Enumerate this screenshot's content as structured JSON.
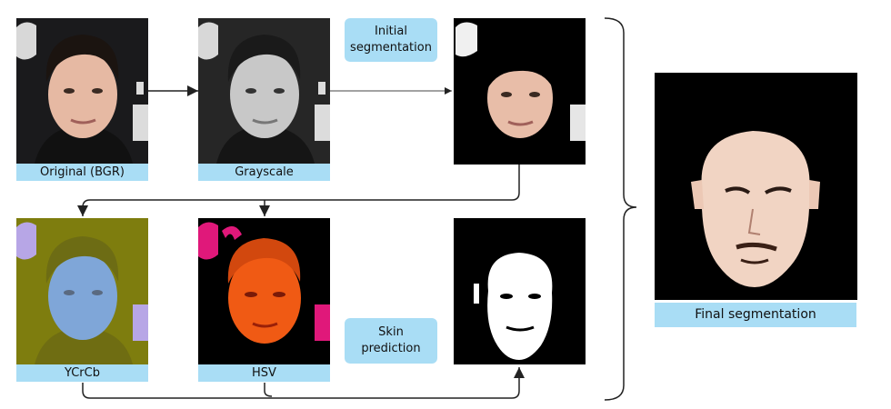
{
  "nodes": {
    "original": "Original (BGR)",
    "grayscale": "Grayscale",
    "ycrcb": "YCrCb",
    "hsv": "HSV",
    "final": "Final segmentation"
  },
  "steps": {
    "initial_segmentation": "Initial\nsegmentation",
    "skin_prediction": "Skin\nprediction"
  },
  "colors": {
    "caption_bg": "#a9ddf5",
    "arrow": "#222222"
  }
}
